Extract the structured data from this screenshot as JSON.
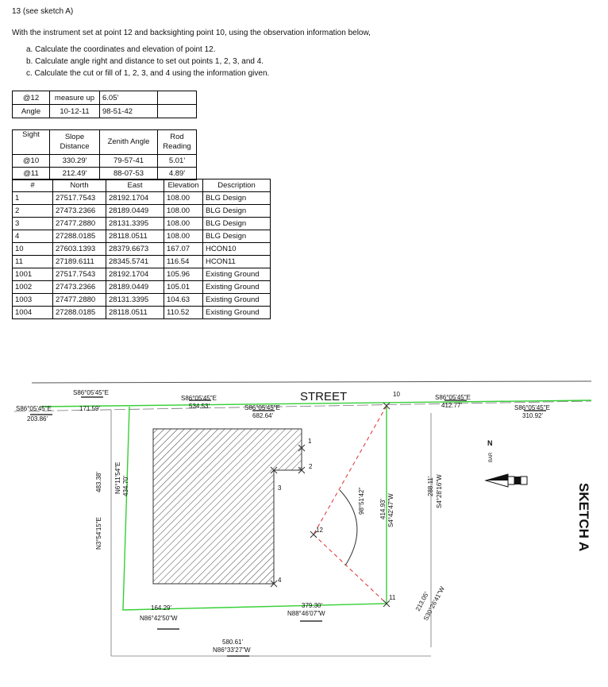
{
  "title": "13 (see sketch A)",
  "intro": "With the instrument set at point 12 and backsighting point 10, using the observation information below,",
  "tasks": [
    "a.  Calculate the coordinates and elevation of point 12.",
    "b.  Calculate angle right and distance to set out points 1, 2, 3, and 4.",
    "c.  Calculate the cut or fill of 1, 2, 3, and 4 using the information given."
  ],
  "setup": {
    "r1": [
      "@12",
      "measure up",
      "6.05'"
    ],
    "r2": [
      "Angle",
      "10-12-11",
      "98-51-42"
    ]
  },
  "obs": {
    "headers": [
      "Sight",
      "Slope Distance",
      "Zenith Angle",
      "Rod Reading"
    ],
    "rows": [
      [
        "@10",
        "330.29'",
        "79-57-41",
        "5.01'"
      ],
      [
        "@11",
        "212.49'",
        "88-07-53",
        "4.89'"
      ]
    ]
  },
  "coords": {
    "headers": [
      "#",
      "North",
      "East",
      "Elevation",
      "Description"
    ],
    "rows": [
      [
        "1",
        "27517.7543",
        "28192.1704",
        "108.00",
        "BLG Design"
      ],
      [
        "2",
        "27473.2366",
        "28189.0449",
        "108.00",
        "BLG Design"
      ],
      [
        "3",
        "27477.2880",
        "28131.3395",
        "108.00",
        "BLG Design"
      ],
      [
        "4",
        "27288.0185",
        "28118.0511",
        "108.00",
        "BLG Design"
      ],
      [
        "10",
        "27603.1393",
        "28379.6673",
        "167.07",
        "HCON10"
      ],
      [
        "11",
        "27189.6111",
        "28345.5741",
        "116.54",
        "HCON11"
      ],
      [
        "1001",
        "27517.7543",
        "28192.1704",
        "105.96",
        "Existing Ground"
      ],
      [
        "1002",
        "27473.2366",
        "28189.0449",
        "105.01",
        "Existing Ground"
      ],
      [
        "1003",
        "27477.2880",
        "28131.3395",
        "104.63",
        "Existing Ground"
      ],
      [
        "1004",
        "27288.0185",
        "28118.0511",
        "110.52",
        "Existing Ground"
      ]
    ]
  },
  "sketch": {
    "street": "STREET",
    "sketch_label": "SKETCH A",
    "b1": "S86°05'45\"E",
    "d1": "203.86'",
    "b2": "S86°05'45\"E",
    "d2": "171.59'",
    "b3": "S86°05'45\"E",
    "d3": "534.53'",
    "b4": "S86°05'45\"E",
    "d4": "682.64'",
    "b5": "S86°05'45\"E",
    "d5": "412.77'",
    "b6": "S86°05'45\"E",
    "d6": "310.92'",
    "w_b": "N3°54'15\"E",
    "w_d": "483.38'",
    "iw_b": "N6°11'54\"E",
    "iw_d": "434.70'",
    "ie_d": "414.93'",
    "ie_b": "S4°42'47\"W",
    "e_d": "288.11'",
    "e_b": "S4°28'16\"W",
    "diag_d": "213.05'",
    "diag_b": "S30°26'41\"W",
    "bot1_d": "164.29'",
    "bot1_b": "N86°42'50\"W",
    "bot2_d": "379.30'",
    "bot2_b": "N88°46'07\"W",
    "bot3_d": "580.61'",
    "bot3_b": "N86°33'27\"W",
    "angle": "98°51'42\"",
    "p1": "1",
    "p2": "2",
    "p3": "3",
    "p4": "4",
    "p10": "10",
    "p11": "11",
    "p12": "12",
    "north": "N",
    "bar_label": "BAR"
  }
}
